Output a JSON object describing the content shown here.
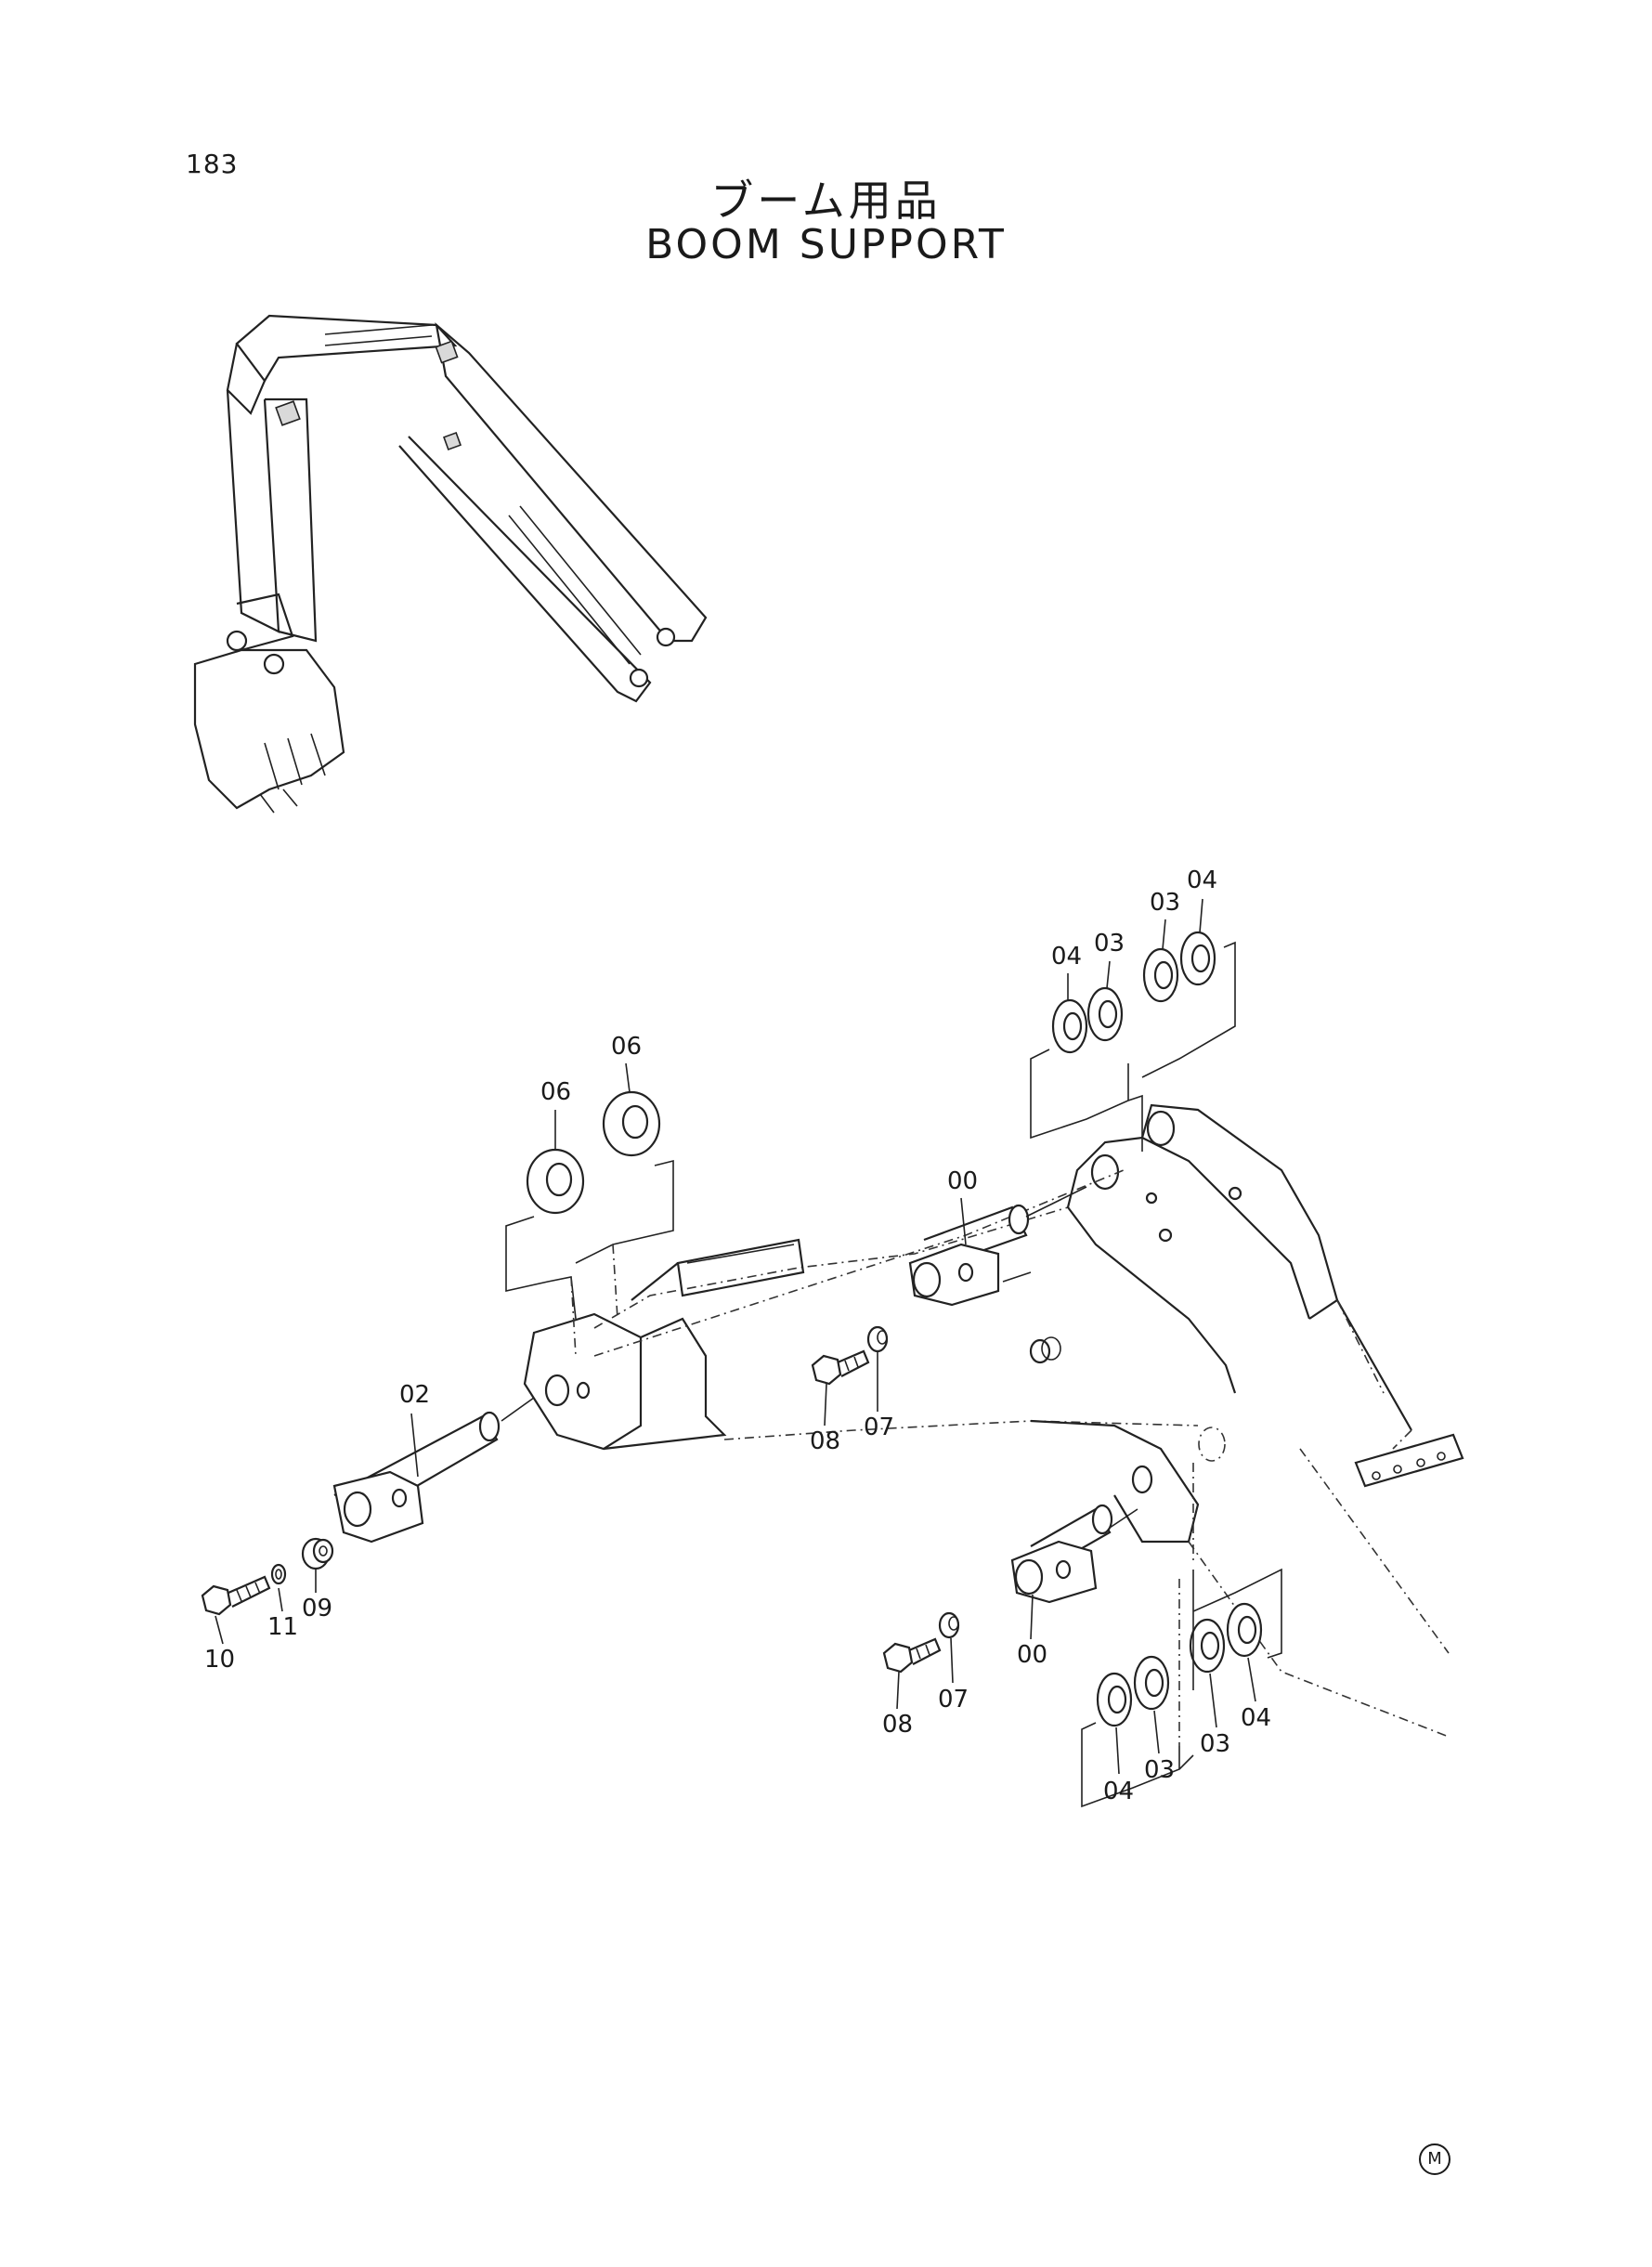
{
  "page_number": "183",
  "title_jp": "ブーム用品",
  "title_en": "BOOM SUPPORT",
  "maker_mark": "M",
  "callouts": [
    "00",
    "00",
    "02",
    "03",
    "03",
    "03",
    "03",
    "04",
    "04",
    "04",
    "04",
    "06",
    "06",
    "07",
    "07",
    "08",
    "08",
    "09",
    "10",
    "11"
  ]
}
